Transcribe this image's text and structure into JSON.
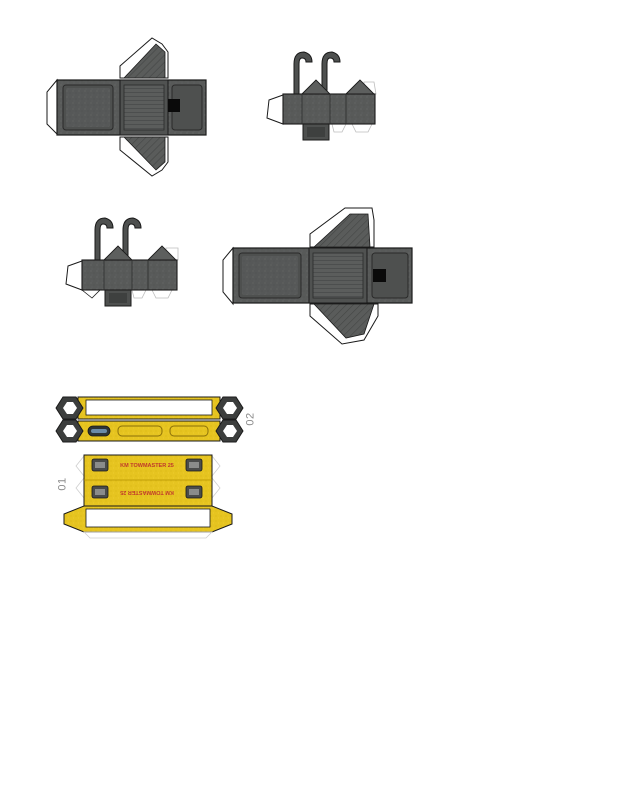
{
  "sheet": {
    "part_labels": {
      "part_02": "02",
      "part_01": "01"
    },
    "decal_text": {
      "upper_stripe": "KM TOWMASTER 25",
      "lower_stripe_mirrored": "KM TOWMASTER 25"
    },
    "colors": {
      "gunmetal_dark": "#4a4c4b",
      "gunmetal_mid": "#5d5f5e",
      "gunmetal_light": "#7a7c7b",
      "outline": "#1a1a1a",
      "hazard_yellow": "#e6c420",
      "hazard_yellow_dark": "#c9a70f",
      "decal_red": "#c0392b",
      "fold_line": "#bdbdbd",
      "paper": "#ffffff"
    }
  }
}
